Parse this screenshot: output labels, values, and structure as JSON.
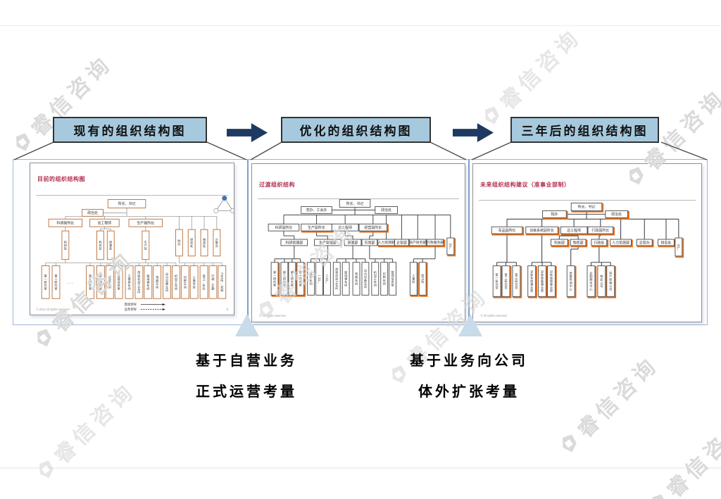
{
  "flow": {
    "steps": [
      {
        "label": "现有的组织结构图"
      },
      {
        "label": "优化的组织结构图"
      },
      {
        "label": "三年后的组织结构图"
      }
    ]
  },
  "watermark": {
    "text": "睿信咨询"
  },
  "notes": {
    "left": {
      "line1": "基于自营业务",
      "line2": "正式运营考量"
    },
    "right": {
      "line1": "基于业务向公司",
      "line2": "体外扩张考量"
    }
  },
  "slides": [
    {
      "title": "目前的组织结构图",
      "page": "2",
      "footer": "© 2011  All rights reserved.",
      "legend": {
        "direct": "直接领导",
        "business": "业务领导"
      },
      "ellipsis": "……",
      "boxes": [
        "所长、书记",
        "政治处",
        "科研副所长",
        "总工程师",
        "生产副所长",
        "科研处",
        "科技处",
        "质量处",
        "生产处",
        "院办",
        "财务处",
        "物资处",
        "企管办",
        "第一研究室",
        "第二研究室",
        "第九研究室",
        "第十研究室",
        "试验车间",
        "管理信息室",
        "工模具车间",
        "改装机加工车间",
        "玻璃钢车间",
        "电器车间",
        "动力设备车间",
        "机加工车间",
        "印刷车间",
        "人事劳资",
        "保卫、车队",
        "行政、后勤",
        "卫生所、武装"
      ]
    },
    {
      "title": "过渡组织结构",
      "footer": "©  All rights reserved.",
      "boxes": [
        "所长、书记",
        "党办、工会办",
        "政治处",
        "科研副所长",
        "生产副所长",
        "总工程师",
        "经营副所长",
        "科研管理部",
        "生产管理部",
        "质量部",
        "市场部",
        "人力资源部",
        "企管部",
        "资产财务部",
        "行政服务部",
        "分厂",
        "第一研究室",
        "第二研究室",
        "第九研究室",
        "第十研究室",
        "试验车间",
        "一分厂",
        "二分厂",
        "改装机加工车间",
        "玻璃钢车间",
        "电器车间",
        "动力设备车间",
        "机加工车间",
        "印刷车间",
        "管理信息室",
        "人事科",
        "保卫科"
      ]
    },
    {
      "title": "未来组织结构建议（准事业部制）",
      "footer": "©  All rights reserved.",
      "boxes": [
        "所长、书记",
        "院办",
        "政治处",
        "军品副所长",
        "训练系统副所长",
        "总工程师",
        "行政副所长",
        "科技部",
        "物资部",
        "行政处",
        "人力资源部",
        "企管办",
        "财务处",
        "分厂",
        "第一研究室",
        "第二研究室",
        "第三研究室",
        "训练系统事业部",
        "训练装备事业部",
        "训练保障事业部",
        "质量检测中心",
        "后勤服务中心",
        "物业公司",
        "资产经营公司"
      ]
    }
  ],
  "colors": {
    "label_fill": "#a6c9dd",
    "arrow_navy": "#1e3a63",
    "panel_border": "#9db6d6",
    "divider_blue": "#7aa3cc",
    "triangle_fill": "#c7dbe9",
    "slide_title_red": "#b23050",
    "highlight_orange": "#e2701f"
  }
}
